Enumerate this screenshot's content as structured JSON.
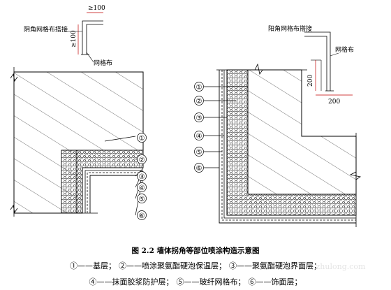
{
  "left_figure": {
    "detail_label": "阴角网格布搭接",
    "dim_horizontal": "≥100",
    "dim_vertical": "≥100",
    "mesh_label": "网格布",
    "callouts": [
      "①",
      "②",
      "③",
      "④",
      "⑤",
      "⑥"
    ]
  },
  "right_figure": {
    "detail_label": "阳角网格布搭接",
    "mesh_label": "网格布",
    "dim_vertical": "200",
    "dim_horizontal": "200",
    "callouts": [
      "①",
      "②",
      "③",
      "④",
      "⑤",
      "⑥"
    ]
  },
  "caption": {
    "title": "图 2.2  墙体拐角等部位喷涂构造示意图",
    "legend": [
      "①——基层；",
      "②——喷涂聚氨酯硬泡保温层；",
      "③——聚氨酯硬泡界面层；",
      "④——抹面胶浆防护层；",
      "⑤——玻纤网格布；",
      "⑥——饰面层；"
    ]
  },
  "watermark": "zhulong.com",
  "colors": {
    "line": "#000000",
    "background": "#ffffff"
  }
}
